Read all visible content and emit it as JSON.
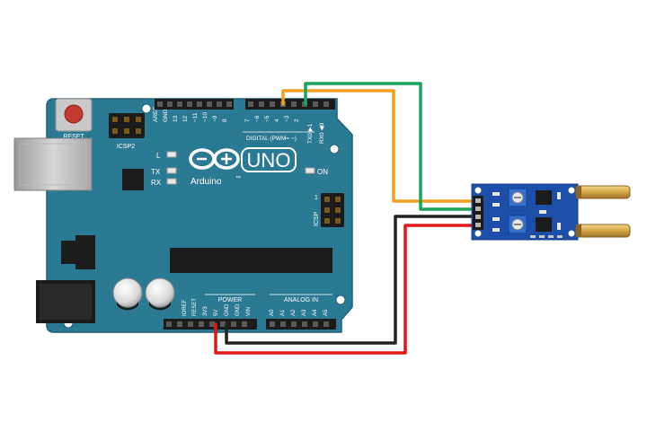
{
  "board": {
    "reset_label": "RESET",
    "icsp2_label": "ICSP2",
    "icsp_label": "ICSP",
    "icsp_pin1": "1",
    "aref_label": "AREF",
    "gnd_label": "GND",
    "top_pins_left": [
      "13",
      "12",
      "~11",
      "~10",
      "~9",
      "8"
    ],
    "top_pins_right": [
      "7",
      "~6",
      "~5",
      "4",
      "~3",
      "2",
      "TX0 ▶1",
      "RX0 ◀0"
    ],
    "digital_label": "DIGITAL (PWM= ~)",
    "l_label": "L",
    "tx_label": "TX",
    "rx_label": "RX",
    "on_label": "ON",
    "brand": "Arduino",
    "model": "UNO",
    "tm_mark": "™",
    "power_label": "POWER",
    "analog_label": "ANALOG IN",
    "power_pins": [
      "IOREF",
      "RESET",
      "3V3",
      "5V",
      "GND",
      "GND",
      "VIN"
    ],
    "analog_pins": [
      "A0",
      "A1",
      "A2",
      "A3",
      "A4",
      "A5"
    ]
  },
  "colors": {
    "board": "#2b7a94",
    "board_edge": "#1f6277",
    "wire_orange": "#f0a020",
    "wire_green": "#1aa55a",
    "wire_black": "#222222",
    "wire_red": "#e01818",
    "sensor_pcb": "#1d4fa8",
    "sensor_pot": "#2f6fd1",
    "sensor_tube": "#c89a3c"
  }
}
